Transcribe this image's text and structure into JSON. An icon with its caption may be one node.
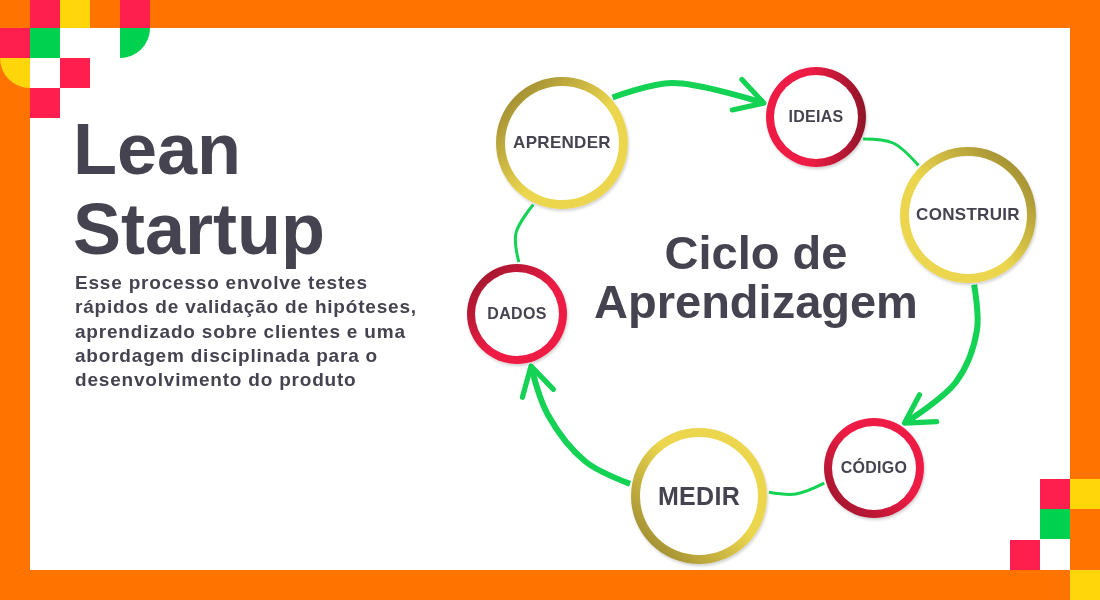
{
  "diagram": {
    "title": "Lean Startup",
    "nodes": [
      {
        "text": [
          "IDEIAS"
        ]
      },
      {
        "text": [
          "CONSTRUIR"
        ]
      },
      {
        "text": [
          "CÓDIGO"
        ]
      },
      {
        "text": [
          "MEDIR"
        ]
      },
      {
        "text": [
          "DADOS"
        ]
      },
      {
        "text": [
          "APRENDER"
        ]
      }
    ],
    "edges": [
      {
        "from": 0,
        "to": 1,
        "arrow": "none"
      },
      {
        "from": 1,
        "to": 2,
        "arrow": "to",
        "style": "thick"
      },
      {
        "from": 2,
        "to": 3,
        "arrow": "none"
      },
      {
        "from": 3,
        "to": 4,
        "arrow": "to",
        "style": "thick"
      },
      {
        "from": 4,
        "to": 5,
        "arrow": "none"
      },
      {
        "from": 5,
        "to": 0,
        "arrow": "to",
        "style": "thick"
      }
    ],
    "labels": [
      "Esse processo envolve testes rápidos de validação de hipóteses, aprendizado sobre clientes e uma abordagem disciplinada para o desenvolvimento do produto",
      "Ciclo de Aprendizagem"
    ]
  }
}
